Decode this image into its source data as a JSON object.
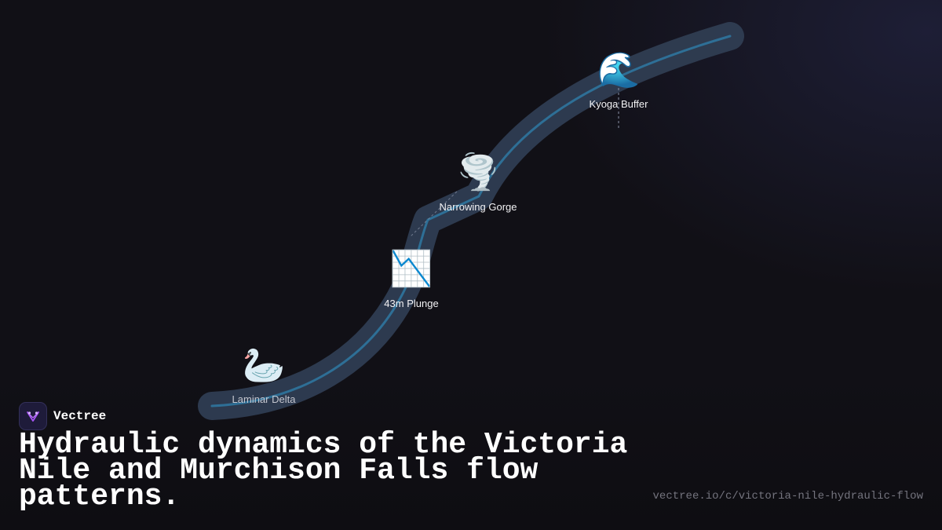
{
  "brand": {
    "name": "Vectree",
    "logo_icon": "vectree-logo-icon",
    "accent": "#a855f7"
  },
  "title": "Hydraulic dynamics of the Victoria Nile and Murchison Falls flow patterns.",
  "url": "vectree.io/c/victoria-nile-hydraulic-flow",
  "colors": {
    "background": "#111016",
    "river_band": "#2f3d52",
    "river_line": "#2e6f96"
  },
  "nodes": [
    {
      "id": "kyoga-buffer",
      "label": "Kyoga Buffer",
      "icon": "water-wave-icon",
      "glyph": "🌊"
    },
    {
      "id": "narrowing-gorge",
      "label": "Narrowing Gorge",
      "icon": "tornado-icon",
      "glyph": "🌪️"
    },
    {
      "id": "43m-plunge",
      "label": "43m Plunge",
      "icon": "chart-decreasing-icon",
      "glyph": "📉"
    },
    {
      "id": "laminar-delta",
      "label": "Laminar Delta",
      "icon": "swan-icon",
      "glyph": "🦢"
    }
  ]
}
